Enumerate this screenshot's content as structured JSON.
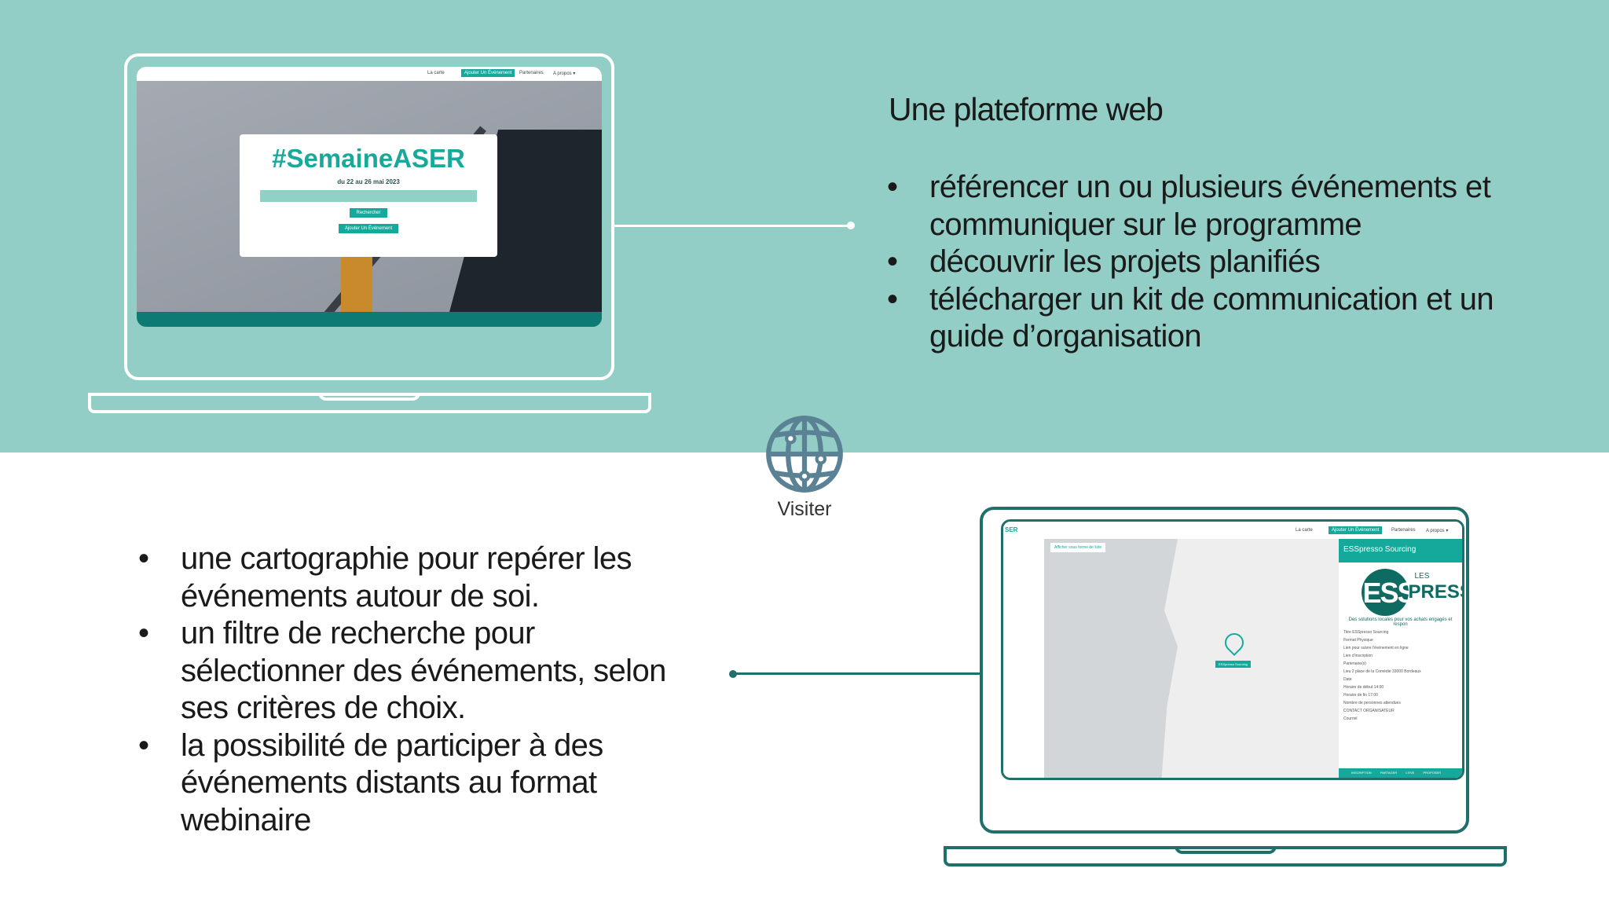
{
  "top": {
    "heading": "Une plateforme web",
    "bullets": [
      "référencer un ou plusieurs événements et communiquer sur le programme",
      "découvrir les projets planifiés",
      "télécharger un kit de communication et un guide d’organisation"
    ]
  },
  "visit": {
    "icon": "globe-icon",
    "label": "Visiter"
  },
  "bottom": {
    "bullets": [
      "une cartographie pour repérer les événements autour de soi.",
      "un filtre de recherche pour sélectionner des événements, selon ses critères de choix.",
      "la possibilité de participer à des événements distants au format webinaire"
    ]
  },
  "mock_home": {
    "nav": [
      "La carte",
      "Ajouter Un Événement",
      "Partenaires",
      "A propos ▾"
    ],
    "title": "#SemaineASER",
    "dates": "du 22 au 26 mai 2023",
    "search_button": "Rechercher",
    "add_button": "Ajouter Un Événement"
  },
  "mock_map": {
    "brand": "SER",
    "nav": [
      "La carte",
      "Ajouter Un Événement",
      "Partenaires",
      "A propos ▾"
    ],
    "map_toggle": "Afficher sous forme de liste",
    "panel_title": "ESSpresso Sourcing",
    "logo_text": "ESS",
    "logo_les": "LES",
    "logo_press": "PRESS",
    "tagline": "Des solutions locales pour vos achats engagés et respon",
    "fields": [
      "Titre ESSpresso Sourcing",
      "Format Physique",
      "Lien pour suivre l'événement en ligne",
      "Lien d'inscription",
      "Partenaire(s)",
      "Lieu 2 place de la Comédie 33000 Bordeaux",
      "Date",
      "Horaire de début 14:00",
      "Horaire de fin 17:00",
      "Nombre de personnes attendues",
      "CONTACT ORGANISATEUR",
      "Courriel"
    ],
    "pin_label": "ESSpresso Sourcing",
    "footer": "INSCRIPTION PARTAGER L'EVE PROPOSER"
  },
  "colors": {
    "top_band": "#92cec6",
    "accent": "#15a99b",
    "dark_teal": "#1f6f6a",
    "globe": "#5b8294"
  }
}
